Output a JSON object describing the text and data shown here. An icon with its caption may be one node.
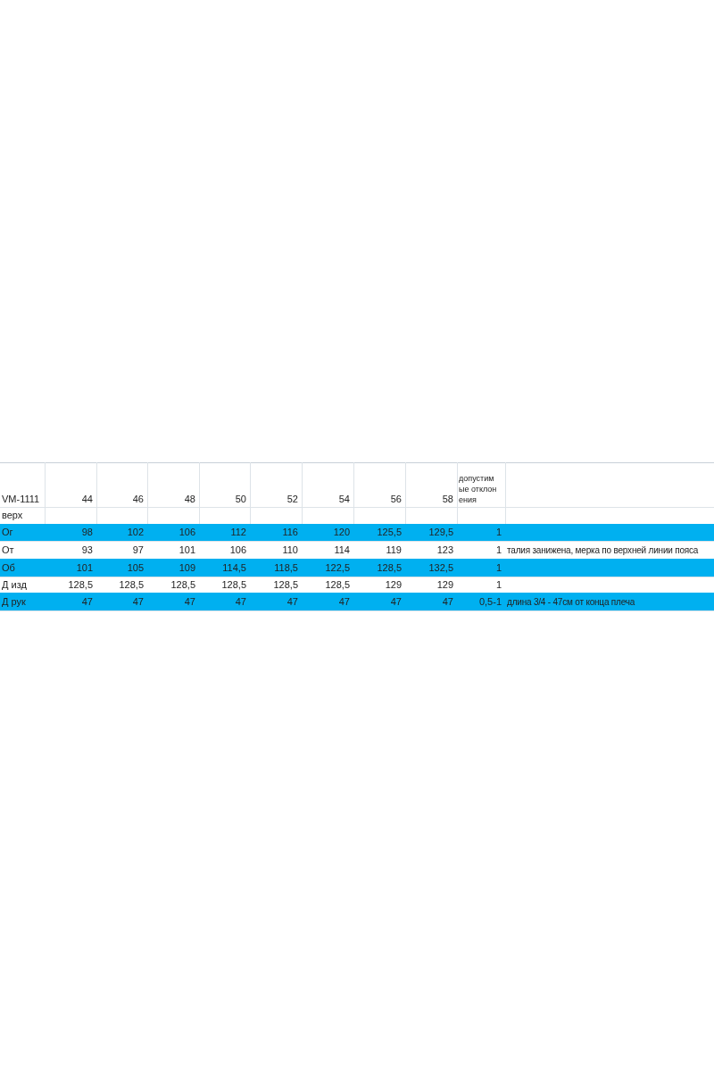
{
  "diagram": {
    "labels": [
      "VM-1111",
      "44",
      "46",
      "48",
      "50",
      "52",
      "54",
      "56",
      "58",
      "допустимые отклонения",
      "верх",
      "Ог",
      "98",
      "102",
      "106",
      "112",
      "116",
      "120",
      "125,5",
      "129,5",
      "1",
      "От",
      "93",
      "97",
      "101",
      "106",
      "110",
      "114",
      "119",
      "123",
      "1",
      "талия занижена, мерка по верхней линии пояса",
      "Об",
      "101",
      "105",
      "109",
      "114,5",
      "118,5",
      "122,5",
      "128,5",
      "132,5",
      "1",
      "Д изд",
      "128,5",
      "128,5",
      "128,5",
      "128,5",
      "128,5",
      "128,5",
      "129",
      "129",
      "1",
      "Д рук",
      "47",
      "47",
      "47",
      "47",
      "47",
      "47",
      "47",
      "47",
      "0,5-1",
      "длина 3/4 - 47см от конца плеча"
    ]
  }
}
